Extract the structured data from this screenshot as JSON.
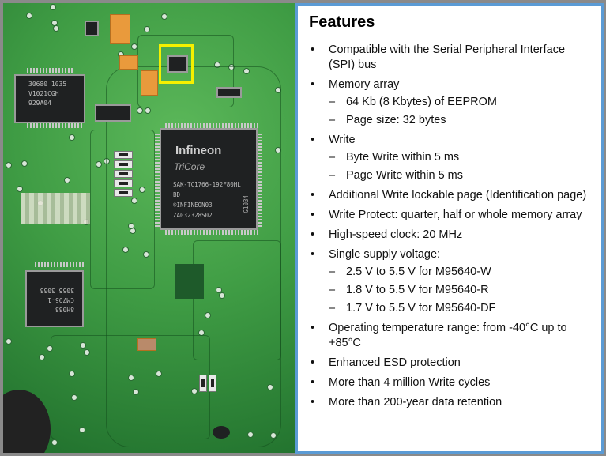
{
  "photo": {
    "bosch_chip": [
      "30680 1035",
      "V1021CGH",
      "929A04"
    ],
    "main_chip": {
      "brand": "Infineon",
      "family": "TriCore",
      "lines": [
        "SAK-TC1766-192F80HL",
        "BD",
        "©INFINEON03",
        "ZA032328S02"
      ],
      "side": "G1034"
    },
    "lower_chip": [
      "8H033",
      "CM795-1",
      "3056 3033"
    ],
    "highlight_color": "#f5f000"
  },
  "features": {
    "title": "Features",
    "items": [
      {
        "text": "Compatible with the Serial Peripheral Interface (SPI) bus"
      },
      {
        "text": "Memory array",
        "sub": [
          "64 Kb (8 Kbytes) of EEPROM",
          "Page size: 32 bytes"
        ]
      },
      {
        "text": "Write",
        "sub": [
          "Byte Write within 5 ms",
          "Page Write within 5 ms"
        ]
      },
      {
        "text": "Additional Write lockable page (Identification page)"
      },
      {
        "text": "Write Protect: quarter, half or whole memory array"
      },
      {
        "text": "High-speed clock: 20 MHz"
      },
      {
        "text": "Single supply voltage:",
        "sub": [
          "2.5 V to 5.5 V for M95640-W",
          "1.8 V to 5.5 V for M95640-R",
          "1.7 V to 5.5 V for M95640-DF"
        ]
      },
      {
        "text": "Operating temperature range: from -40°C up to +85°C"
      },
      {
        "text": "Enhanced ESD protection"
      },
      {
        "text": "More than 4 million Write cycles"
      },
      {
        "text": "More than 200-year data retention"
      }
    ],
    "border_color": "#5b9bd5"
  }
}
